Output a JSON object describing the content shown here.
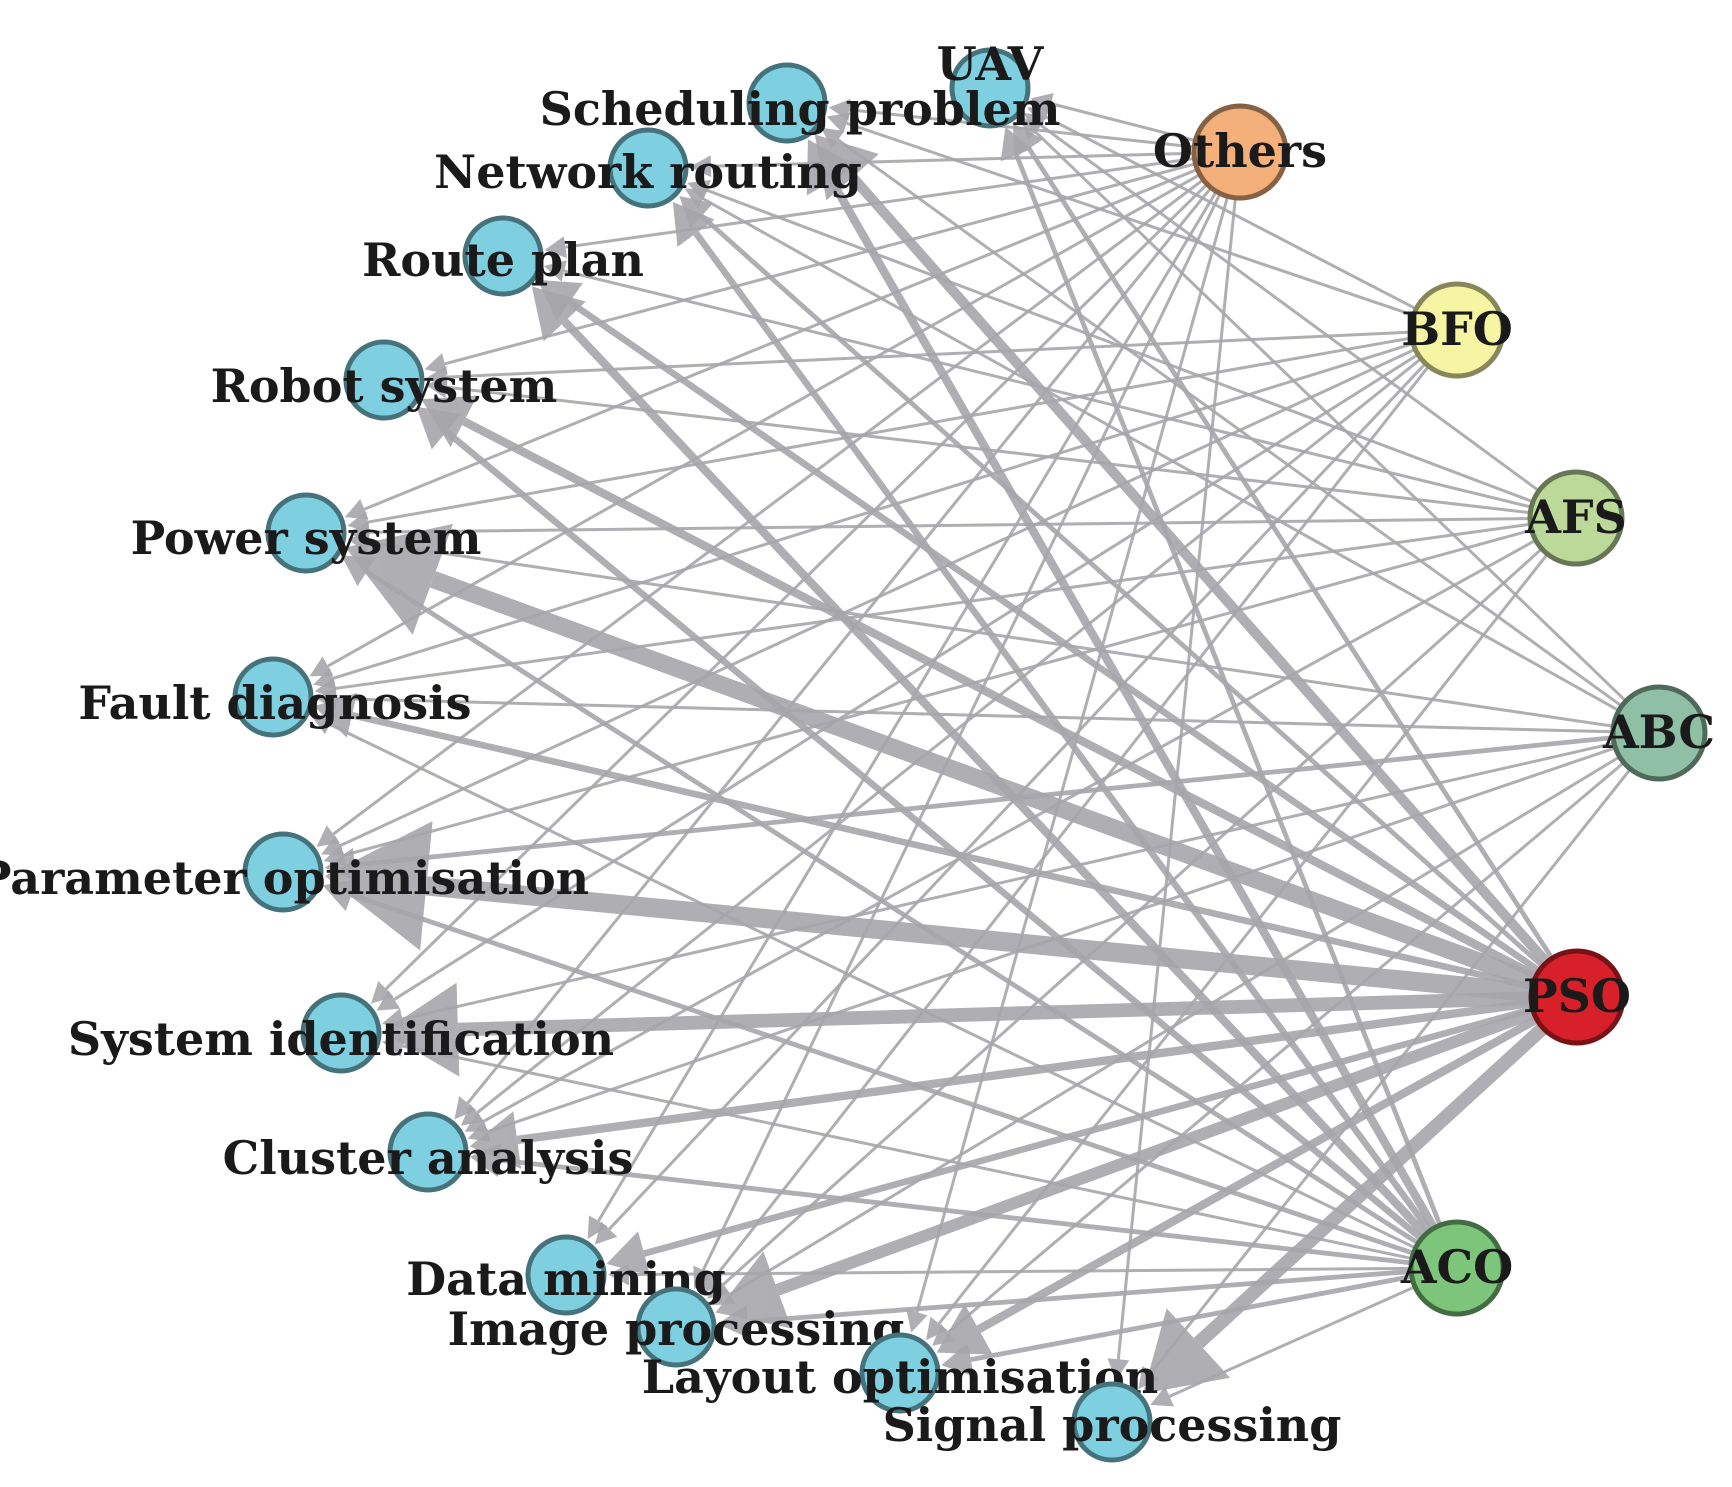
{
  "applications": [
    {
      "id": "uav",
      "label": "UAV"
    },
    {
      "id": "scheduling",
      "label": "Scheduling problem"
    },
    {
      "id": "network",
      "label": "Network routing"
    },
    {
      "id": "route",
      "label": "Route plan"
    },
    {
      "id": "robot",
      "label": "Robot system"
    },
    {
      "id": "power",
      "label": "Power system"
    },
    {
      "id": "fault",
      "label": "Fault diagnosis"
    },
    {
      "id": "param",
      "label": "Parameter optimisation"
    },
    {
      "id": "sysid",
      "label": "System identification"
    },
    {
      "id": "cluster",
      "label": "Cluster analysis"
    },
    {
      "id": "datamining",
      "label": "Data mining"
    },
    {
      "id": "image",
      "label": "Image processing"
    },
    {
      "id": "layout",
      "label": "Layout optimisation"
    },
    {
      "id": "signal",
      "label": "Signal processing"
    }
  ],
  "algorithms": [
    {
      "id": "others",
      "label": "Others",
      "color": "#f4b07a"
    },
    {
      "id": "bfo",
      "label": "BFO",
      "color": "#f5f5a3"
    },
    {
      "id": "afs",
      "label": "AFS",
      "color": "#bcd99a"
    },
    {
      "id": "abc",
      "label": "ABC",
      "color": "#8fbfa5"
    },
    {
      "id": "pso",
      "label": "PSO",
      "color": "#d8202a"
    },
    {
      "id": "aco",
      "label": "ACO",
      "color": "#7cc57a"
    }
  ],
  "colors": {
    "application_node": "#7ecfe0",
    "edge": "#a7a7ab"
  },
  "edges": [
    {
      "from": "pso",
      "to": "param",
      "weight": 10
    },
    {
      "from": "pso",
      "to": "power",
      "weight": 9
    },
    {
      "from": "pso",
      "to": "sysid",
      "weight": 7
    },
    {
      "from": "pso",
      "to": "signal",
      "weight": 7
    },
    {
      "from": "pso",
      "to": "image",
      "weight": 6
    },
    {
      "from": "pso",
      "to": "scheduling",
      "weight": 5
    },
    {
      "from": "pso",
      "to": "cluster",
      "weight": 4
    },
    {
      "from": "pso",
      "to": "robot",
      "weight": 4
    },
    {
      "from": "pso",
      "to": "layout",
      "weight": 4
    },
    {
      "from": "pso",
      "to": "fault",
      "weight": 3
    },
    {
      "from": "pso",
      "to": "route",
      "weight": 3
    },
    {
      "from": "pso",
      "to": "datamining",
      "weight": 3
    },
    {
      "from": "pso",
      "to": "network",
      "weight": 2
    },
    {
      "from": "pso",
      "to": "uav",
      "weight": 2
    },
    {
      "from": "aco",
      "to": "route",
      "weight": 4
    },
    {
      "from": "aco",
      "to": "scheduling",
      "weight": 4
    },
    {
      "from": "aco",
      "to": "network",
      "weight": 3
    },
    {
      "from": "aco",
      "to": "robot",
      "weight": 3
    },
    {
      "from": "aco",
      "to": "param",
      "weight": 2
    },
    {
      "from": "aco",
      "to": "power",
      "weight": 2
    },
    {
      "from": "aco",
      "to": "image",
      "weight": 2
    },
    {
      "from": "aco",
      "to": "cluster",
      "weight": 2
    },
    {
      "from": "aco",
      "to": "layout",
      "weight": 2
    },
    {
      "from": "aco",
      "to": "uav",
      "weight": 2
    },
    {
      "from": "aco",
      "to": "datamining",
      "weight": 1
    },
    {
      "from": "aco",
      "to": "signal",
      "weight": 1
    },
    {
      "from": "aco",
      "to": "fault",
      "weight": 1
    },
    {
      "from": "aco",
      "to": "sysid",
      "weight": 1
    },
    {
      "from": "abc",
      "to": "param",
      "weight": 2
    },
    {
      "from": "abc",
      "to": "power",
      "weight": 1
    },
    {
      "from": "abc",
      "to": "fault",
      "weight": 1
    },
    {
      "from": "abc",
      "to": "image",
      "weight": 1
    },
    {
      "from": "abc",
      "to": "cluster",
      "weight": 1
    },
    {
      "from": "abc",
      "to": "scheduling",
      "weight": 1
    },
    {
      "from": "abc",
      "to": "signal",
      "weight": 1
    },
    {
      "from": "abc",
      "to": "layout",
      "weight": 1
    },
    {
      "from": "abc",
      "to": "sysid",
      "weight": 1
    },
    {
      "from": "abc",
      "to": "network",
      "weight": 1
    },
    {
      "from": "abc",
      "to": "uav",
      "weight": 1
    },
    {
      "from": "afs",
      "to": "param",
      "weight": 1
    },
    {
      "from": "afs",
      "to": "power",
      "weight": 1
    },
    {
      "from": "afs",
      "to": "robot",
      "weight": 1
    },
    {
      "from": "afs",
      "to": "route",
      "weight": 1
    },
    {
      "from": "afs",
      "to": "cluster",
      "weight": 1
    },
    {
      "from": "afs",
      "to": "image",
      "weight": 1
    },
    {
      "from": "afs",
      "to": "network",
      "weight": 1
    },
    {
      "from": "afs",
      "to": "uav",
      "weight": 1
    },
    {
      "from": "afs",
      "to": "layout",
      "weight": 1
    },
    {
      "from": "afs",
      "to": "fault",
      "weight": 1
    },
    {
      "from": "bfo",
      "to": "power",
      "weight": 1
    },
    {
      "from": "bfo",
      "to": "param",
      "weight": 1
    },
    {
      "from": "bfo",
      "to": "fault",
      "weight": 1
    },
    {
      "from": "bfo",
      "to": "sysid",
      "weight": 1
    },
    {
      "from": "bfo",
      "to": "datamining",
      "weight": 1
    },
    {
      "from": "bfo",
      "to": "image",
      "weight": 1
    },
    {
      "from": "bfo",
      "to": "robot",
      "weight": 1
    },
    {
      "from": "bfo",
      "to": "uav",
      "weight": 1
    },
    {
      "from": "bfo",
      "to": "scheduling",
      "weight": 1
    },
    {
      "from": "bfo",
      "to": "cluster",
      "weight": 1
    },
    {
      "from": "others",
      "to": "param",
      "weight": 1
    },
    {
      "from": "others",
      "to": "power",
      "weight": 1
    },
    {
      "from": "others",
      "to": "route",
      "weight": 1
    },
    {
      "from": "others",
      "to": "network",
      "weight": 1
    },
    {
      "from": "others",
      "to": "robot",
      "weight": 1
    },
    {
      "from": "others",
      "to": "fault",
      "weight": 1
    },
    {
      "from": "others",
      "to": "sysid",
      "weight": 1
    },
    {
      "from": "others",
      "to": "cluster",
      "weight": 1
    },
    {
      "from": "others",
      "to": "datamining",
      "weight": 1
    },
    {
      "from": "others",
      "to": "image",
      "weight": 1
    },
    {
      "from": "others",
      "to": "layout",
      "weight": 1
    },
    {
      "from": "others",
      "to": "signal",
      "weight": 1
    },
    {
      "from": "others",
      "to": "uav",
      "weight": 1
    },
    {
      "from": "others",
      "to": "scheduling",
      "weight": 1
    }
  ]
}
